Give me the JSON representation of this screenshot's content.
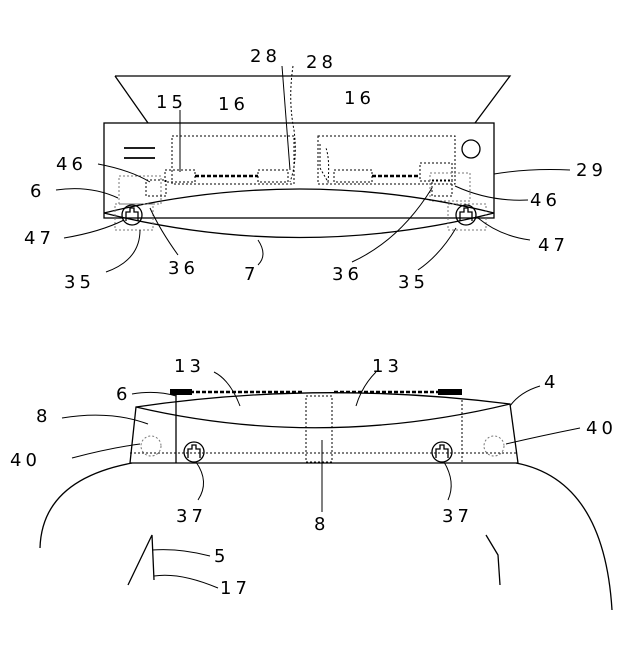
{
  "figure": {
    "top_view": {
      "labels": {
        "l28a": "28",
        "l28b": "28",
        "l15": "15",
        "l16a": "16",
        "l16b": "16",
        "l29": "29",
        "l46a": "46",
        "l46b": "46",
        "l6": "6",
        "l47a": "47",
        "l47b": "47",
        "l36a": "36",
        "l36b": "36",
        "l7": "7",
        "l35a": "35",
        "l35b": "35"
      }
    },
    "bottom_view": {
      "labels": {
        "l13a": "13",
        "l13b": "13",
        "l6": "6",
        "l4": "4",
        "l8a": "8",
        "l8b": "8",
        "l40a": "40",
        "l40b": "40",
        "l37a": "37",
        "l37b": "37",
        "l5": "5",
        "l17": "17"
      }
    }
  }
}
